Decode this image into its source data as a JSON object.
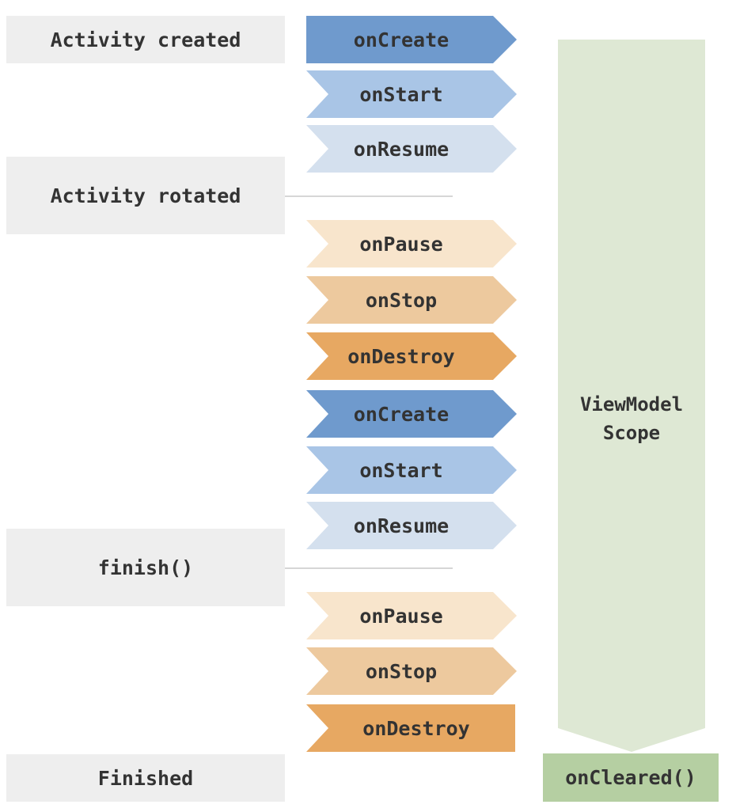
{
  "diagram": {
    "stage_labels": [
      {
        "label": "Activity created"
      },
      {
        "label": "Activity rotated"
      },
      {
        "label": "finish()"
      },
      {
        "label": "Finished"
      }
    ],
    "arrows": [
      {
        "label": "onCreate",
        "color": "#6f9acd"
      },
      {
        "label": "onStart",
        "color": "#a9c5e6"
      },
      {
        "label": "onResume",
        "color": "#d4e0ee"
      },
      {
        "label": "onPause",
        "color": "#f8e5cc"
      },
      {
        "label": "onStop",
        "color": "#edc99e"
      },
      {
        "label": "onDestroy",
        "color": "#e7a862"
      },
      {
        "label": "onCreate",
        "color": "#6f9acd"
      },
      {
        "label": "onStart",
        "color": "#a9c5e6"
      },
      {
        "label": "onResume",
        "color": "#d4e0ee"
      },
      {
        "label": "onPause",
        "color": "#f8e5cc"
      },
      {
        "label": "onStop",
        "color": "#edc99e"
      },
      {
        "label": "onDestroy",
        "color": "#e7a862"
      }
    ],
    "viewmodel_scope": {
      "line1": "ViewModel",
      "line2": "Scope",
      "color": "#dee8d4"
    },
    "on_cleared": {
      "label": "onCleared()",
      "color": "#b5cfa2"
    },
    "colors": {
      "stage_label_bg": "#eeeeee",
      "text": "#333333",
      "divider": "#d6d6d6"
    }
  }
}
